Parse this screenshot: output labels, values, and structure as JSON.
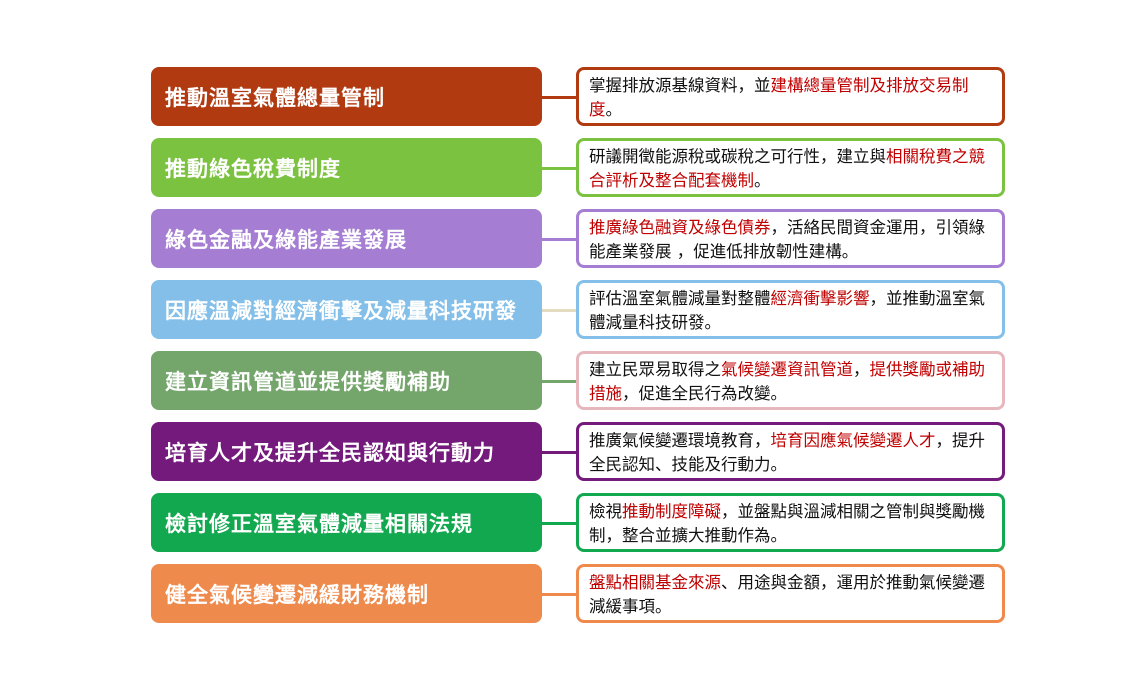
{
  "rows": [
    {
      "title": "推動溫室氣體總量管制",
      "color": "#b23a11",
      "desc": [
        {
          "text": "掌握排放源基線資料，並",
          "hl": false
        },
        {
          "text": "建構總量管制及排放交易制度",
          "hl": true
        },
        {
          "text": "。",
          "hl": false
        }
      ]
    },
    {
      "title": "推動綠色稅費制度",
      "color": "#7cc241",
      "desc": [
        {
          "text": "研議開徵能源稅或碳稅之可行性，建立與",
          "hl": false
        },
        {
          "text": "相關稅費之競合評析及整合配套機制",
          "hl": true
        },
        {
          "text": "。",
          "hl": false
        }
      ]
    },
    {
      "title": "綠色金融及綠能產業發展",
      "color": "#a57ed3",
      "desc": [
        {
          "text": "推廣綠色融資及綠色債券",
          "hl": true
        },
        {
          "text": "，活絡民間資金運用，引領綠能產業發展 ，促進低排放韌性建構。",
          "hl": false
        }
      ]
    },
    {
      "title": "因應溫減對經濟衝擊及減量科技研發",
      "color": "#83bfe8",
      "desc": [
        {
          "text": "評估溫室氣體減量對整體",
          "hl": false
        },
        {
          "text": "經濟衝擊影響",
          "hl": true
        },
        {
          "text": "，並推動溫室氣體減量科技研發。",
          "hl": false
        }
      ]
    },
    {
      "title": "建立資訊管道並提供獎勵補助",
      "color": "#74a56b",
      "desc": [
        {
          "text": "建立民眾易取得之",
          "hl": false
        },
        {
          "text": "氣候變遷資訊管道",
          "hl": true
        },
        {
          "text": "，",
          "hl": false
        },
        {
          "text": "提供獎勵或補助措施",
          "hl": true
        },
        {
          "text": "，促進全民行為改變。",
          "hl": false
        }
      ]
    },
    {
      "title": "培育人才及提升全民認知與行動力",
      "color": "#741a7c",
      "desc": [
        {
          "text": "推廣氣候變遷環境教育，",
          "hl": false
        },
        {
          "text": "培育因應氣候變遷人才",
          "hl": true
        },
        {
          "text": "，提升全民認知、技能及行動力。",
          "hl": false
        }
      ]
    },
    {
      "title": "檢討修正溫室氣體減量相關法規",
      "color": "#12a84f",
      "desc": [
        {
          "text": "檢視",
          "hl": false
        },
        {
          "text": "推動制度障礙",
          "hl": true
        },
        {
          "text": "，並盤點與溫減相關之管制與獎勵機制，整合並擴大推動作為。",
          "hl": false
        }
      ]
    },
    {
      "title": "健全氣候變遷減緩財務機制",
      "color": "#ee8a4c",
      "desc": [
        {
          "text": "盤點相關基金來源",
          "hl": true
        },
        {
          "text": "、用途與金額，運用於推動氣候變遷減緩事項。",
          "hl": false
        }
      ]
    }
  ],
  "palette": {
    "highlight": "#c00000",
    "connector_4": "#e3dcc0",
    "border_5": "#e7b7be"
  }
}
